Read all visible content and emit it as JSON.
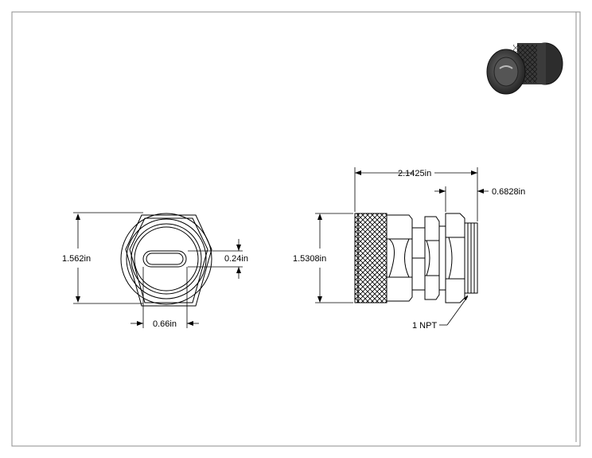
{
  "dimensions": {
    "front_height": "1.562in",
    "slot_height": "0.24in",
    "slot_width": "0.66in",
    "overall_length": "2.1425in",
    "thread_length": "0.6828in",
    "side_diameter": "1.5308in",
    "thread_callout": "1 NPT"
  },
  "colors": {
    "line": "#000000",
    "frame": "#8c8c8c",
    "render_body": "#3a3a3a"
  }
}
